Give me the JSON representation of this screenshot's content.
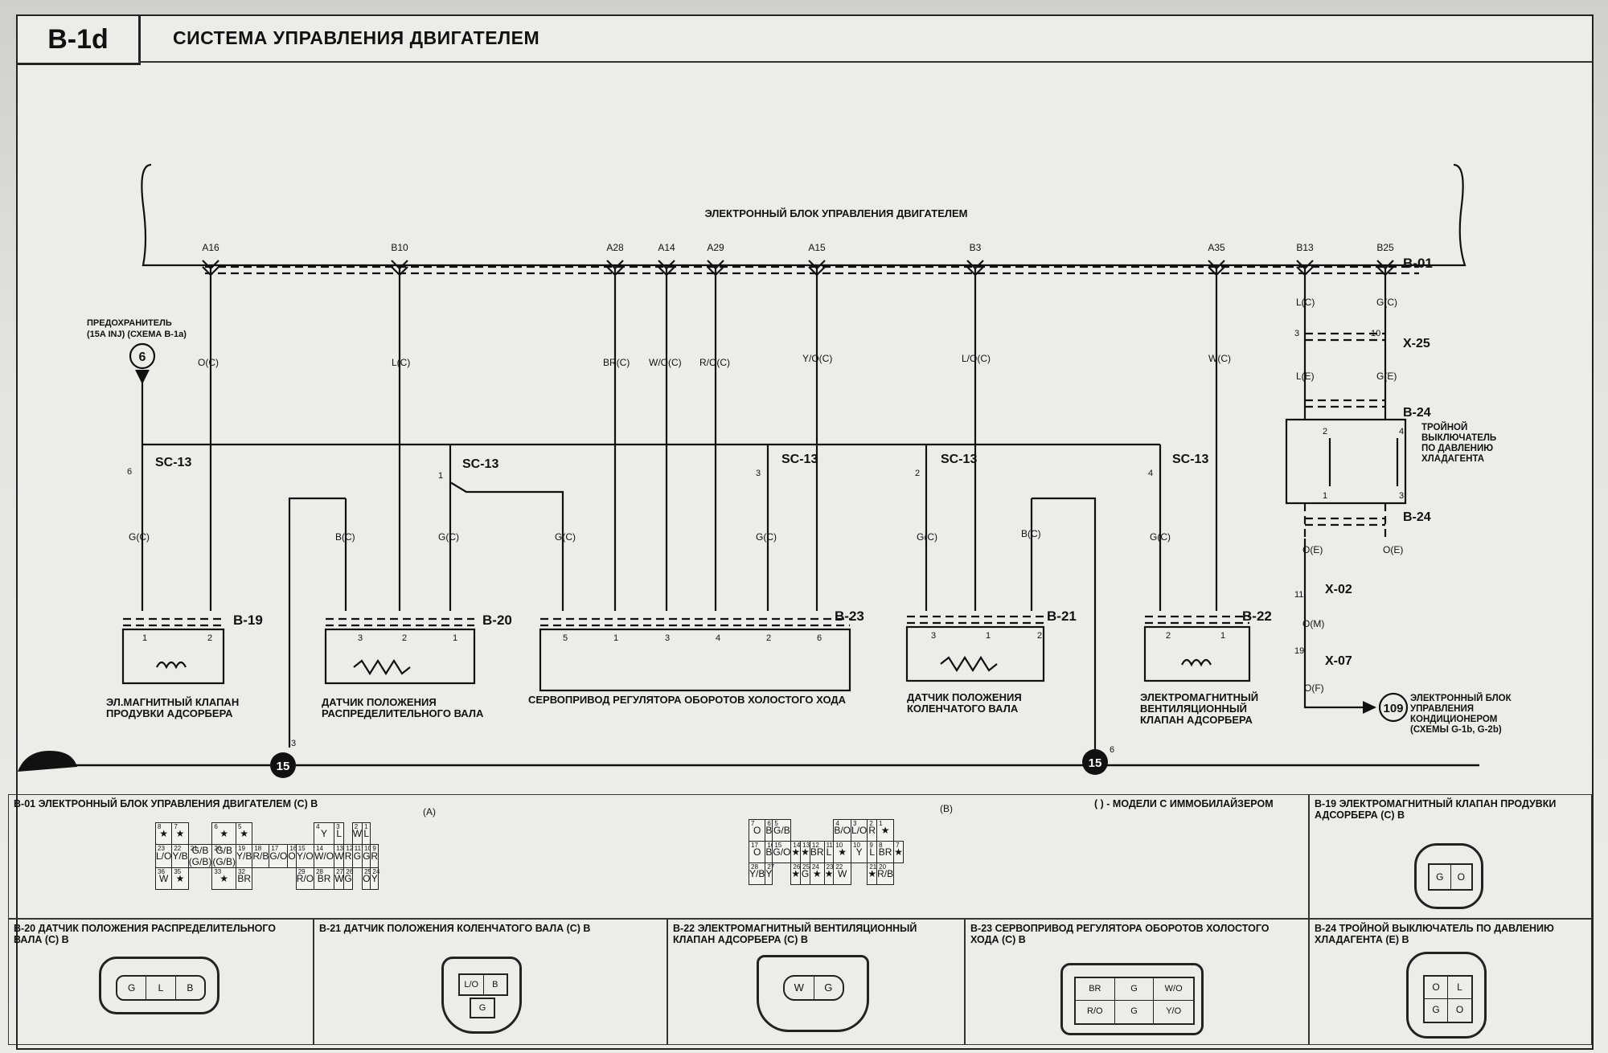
{
  "header": {
    "code": "B-1d",
    "title": "СИСТЕМА УПРАВЛЕНИЯ ДВИГАТЕЛЕМ"
  },
  "ecu": {
    "title": "ЭЛЕКТРОННЫЙ БЛОК УПРАВЛЕНИЯ ДВИГАТЕЛЕМ",
    "pins": [
      "A16",
      "B10",
      "A28",
      "A14",
      "A29",
      "A15",
      "B3",
      "A35",
      "B13",
      "B25"
    ],
    "connector": "B-01"
  },
  "fuse": {
    "label": "ПРЕДОХРАНИТЕЛЬ",
    "sub": "(15A INJ) (СХЕМА B-1a)",
    "ref": "6"
  },
  "wires": {
    "a16": "O(C)",
    "b10": "L(C)",
    "a28": "BR(C)",
    "a14": "W/O(C)",
    "a29": "R/O(C)",
    "a15": "Y/O(C)",
    "b3": "L/O(C)",
    "a35": "W(C)",
    "b13": "L(C)",
    "b25": "G(C)",
    "b13e": "L(E)",
    "b25e": "G(E)",
    "after_sw1": "O(E)",
    "after_sw2": "O(E)",
    "m": "O(M)",
    "f": "O(F)",
    "g1": "G(C)",
    "g2": "G(C)",
    "g3": "G(C)",
    "g4": "G(C)",
    "g5": "G(C)",
    "g6": "G(C)",
    "b1": "B(C)",
    "b2": "B(C)"
  },
  "splices": {
    "label": "SC-13",
    "pins": [
      "6",
      "1",
      "3",
      "2",
      "4"
    ]
  },
  "connectors": {
    "x25": "X-25",
    "b24": "B-24",
    "x02": "X-02",
    "x07": "X-07",
    "b19": "B-19",
    "b20": "B-20",
    "b23": "B-23",
    "b21": "B-21",
    "b22": "B-22",
    "x25_pin_l": "3",
    "x25_pin_r": "10",
    "x02_pin": "11",
    "x07_pin": "19"
  },
  "components": {
    "b19": [
      "ЭЛ.МАГНИТНЫЙ КЛАПАН",
      "ПРОДУВКИ АДСОРБЕРА"
    ],
    "b20": [
      "ДАТЧИК ПОЛОЖЕНИЯ",
      "РАСПРЕДЕЛИТЕЛЬНОГО ВАЛА"
    ],
    "b23": [
      "СЕРВОПРИВОД РЕГУЛЯТОРА ОБОРОТОВ ХОЛОСТОГО ХОДА"
    ],
    "b21": [
      "ДАТЧИК ПОЛОЖЕНИЯ",
      "КОЛЕНЧАТОГО ВАЛА"
    ],
    "b22": [
      "ЭЛЕКТРОМАГНИТНЫЙ",
      "ВЕНТИЛЯЦИОННЫЙ",
      "КЛАПАН АДСОРБЕРА"
    ],
    "b24": [
      "ТРОЙНОЙ",
      "ВЫКЛЮЧАТЕЛЬ",
      "ПО ДАВЛЕНИЮ",
      "ХЛАДАГЕНТА"
    ],
    "ac": [
      "ЭЛЕКТРОННЫЙ БЛОК",
      "УПРАВЛЕНИЯ",
      "КОНДИЦИОНЕРОМ",
      "(СХЕМЫ G-1b, G-2b)"
    ],
    "ac_ref": "109"
  },
  "component_pins": {
    "b19": [
      "1",
      "2"
    ],
    "b20": [
      "3",
      "2",
      "1"
    ],
    "b23": [
      "5",
      "1",
      "3",
      "4",
      "2",
      "6"
    ],
    "b21": [
      "3",
      "1",
      "2"
    ],
    "b22": [
      "2",
      "1"
    ],
    "b24": [
      "2",
      "4",
      "1",
      "3"
    ]
  },
  "ground": {
    "ref": "15",
    "pin_left": "3",
    "pin_right": "6"
  },
  "panels": {
    "b01": {
      "title": "B-01 ЭЛЕКТРОННЫЙ БЛОК УПРАВЛЕНИЯ ДВИГАТЕЛЕМ (C) B",
      "note": "( ) - МОДЕЛИ С ИММОБИЛАЙЗЕРОМ",
      "group_a": "(A)",
      "group_b": "(B)"
    },
    "b19": {
      "title": "B-19 ЭЛЕКТРОМАГНИТНЫЙ КЛАПАН ПРОДУВКИ АДСОРБЕРА (C) B",
      "pins": [
        "G",
        "O"
      ]
    },
    "b20": {
      "title": "B-20 ДАТЧИК ПОЛОЖЕНИЯ РАСПРЕДЕЛИТЕЛЬНОГО ВАЛА (C) B",
      "pins": [
        "G",
        "L",
        "B"
      ]
    },
    "b21": {
      "title": "B-21 ДАТЧИК ПОЛОЖЕНИЯ КОЛЕНЧАТОГО ВАЛА (C) B",
      "pins": [
        "L/O",
        "B",
        "G"
      ]
    },
    "b22": {
      "title": "B-22 ЭЛЕКТРОМАГНИТНЫЙ ВЕНТИЛЯЦИОННЫЙ КЛАПАН АДСОРБЕРА (C) B",
      "pins": [
        "W",
        "G"
      ]
    },
    "b23": {
      "title": "B-23 СЕРВОПРИВОД РЕГУЛЯТОРА ОБОРОТОВ ХОЛОСТОГО ХОДА (C) B",
      "pins": [
        "BR",
        "G",
        "W/O",
        "R/O",
        "G",
        "Y/O"
      ]
    },
    "b24": {
      "title": "B-24 ТРОЙНОЙ ВЫКЛЮЧАТЕЛЬ ПО ДАВЛЕНИЮ ХЛАДАГЕНТА (E) B",
      "pins": [
        "O",
        "L",
        "G",
        "O"
      ]
    }
  },
  "b01_grid_a": [
    [
      [
        "8",
        "★"
      ],
      [
        "7",
        "★"
      ],
      [
        "",
        ""
      ],
      [
        "6",
        "★"
      ],
      [
        "5",
        "★"
      ],
      [
        "",
        ""
      ],
      [
        "",
        ""
      ],
      [
        "",
        ""
      ],
      [
        "",
        ""
      ],
      [
        "4",
        "Y"
      ],
      [
        "3",
        "L"
      ],
      [
        "",
        ""
      ],
      [
        "2",
        "W"
      ],
      [
        "1",
        "L"
      ]
    ],
    [
      [
        "23",
        "L/O"
      ],
      [
        "22",
        "Y/B"
      ],
      [
        "21",
        "G/B (G/B)"
      ],
      [
        "20",
        "G/B (G/B)"
      ],
      [
        "19",
        "Y/B"
      ],
      [
        "18",
        "R/B"
      ],
      [
        "17",
        "G/O"
      ],
      [
        "16",
        "O"
      ],
      [
        "15",
        "Y/O"
      ],
      [
        "14",
        "W/O"
      ],
      [
        "13",
        "W"
      ],
      [
        "12",
        "R"
      ],
      [
        "11",
        "G"
      ],
      [
        "10",
        "G"
      ],
      [
        "9",
        "R"
      ]
    ],
    [
      [
        "36",
        "W"
      ],
      [
        "35",
        "★"
      ],
      [
        "",
        ""
      ],
      [
        "33",
        "★"
      ],
      [
        "32",
        "BR"
      ],
      [
        "",
        ""
      ],
      [
        "",
        ""
      ],
      [
        "",
        ""
      ],
      [
        "29",
        "R/O"
      ],
      [
        "28",
        "BR"
      ],
      [
        "27",
        "W"
      ],
      [
        "26",
        "G"
      ],
      [
        "",
        ""
      ],
      [
        "25",
        "O"
      ],
      [
        "24",
        "Y"
      ]
    ]
  ],
  "b01_grid_b": [
    [
      [
        "7",
        "O"
      ],
      [
        "6",
        "B"
      ],
      [
        "5",
        "G/B"
      ],
      [
        "",
        ""
      ],
      [
        "",
        ""
      ],
      [
        "",
        ""
      ],
      [
        "",
        ""
      ],
      [
        "4",
        "B/O"
      ],
      [
        "3",
        "L/O"
      ],
      [
        "2",
        "R"
      ],
      [
        "1",
        "★"
      ]
    ],
    [
      [
        "17",
        "O"
      ],
      [
        "16",
        "B"
      ],
      [
        "15",
        "G/O"
      ],
      [
        "14",
        "★"
      ],
      [
        "13",
        "★"
      ],
      [
        "12",
        "BR"
      ],
      [
        "11",
        "L"
      ],
      [
        "10",
        "★"
      ],
      [
        "10",
        "Y"
      ],
      [
        "9",
        "L"
      ],
      [
        "8",
        "BR"
      ],
      [
        "7",
        "★"
      ]
    ],
    [
      [
        "28",
        "Y/B"
      ],
      [
        "27",
        "Y"
      ],
      [
        "",
        ""
      ],
      [
        "26",
        "★"
      ],
      [
        "25",
        "G"
      ],
      [
        "24",
        "★"
      ],
      [
        "23",
        "★"
      ],
      [
        "22",
        "W"
      ],
      [
        "",
        ""
      ],
      [
        "21",
        "★"
      ],
      [
        "20",
        "R/B"
      ]
    ]
  ]
}
